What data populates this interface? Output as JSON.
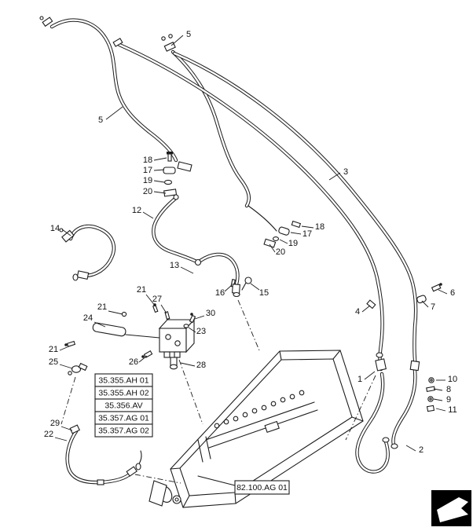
{
  "diagram": {
    "type": "exploded-parts-diagram",
    "callouts": [
      {
        "label": "5"
      },
      {
        "label": "5"
      },
      {
        "label": "18"
      },
      {
        "label": "17"
      },
      {
        "label": "19"
      },
      {
        "label": "20"
      },
      {
        "label": "12"
      },
      {
        "label": "3"
      },
      {
        "label": "14"
      },
      {
        "label": "13"
      },
      {
        "label": "16"
      },
      {
        "label": "15"
      },
      {
        "label": "18"
      },
      {
        "label": "17"
      },
      {
        "label": "19"
      },
      {
        "label": "20"
      },
      {
        "label": "21"
      },
      {
        "label": "27"
      },
      {
        "label": "21"
      },
      {
        "label": "24"
      },
      {
        "label": "30"
      },
      {
        "label": "23"
      },
      {
        "label": "21"
      },
      {
        "label": "26"
      },
      {
        "label": "28"
      },
      {
        "label": "25"
      },
      {
        "label": "29"
      },
      {
        "label": "22"
      },
      {
        "label": "4"
      },
      {
        "label": "6"
      },
      {
        "label": "7"
      },
      {
        "label": "1"
      },
      {
        "label": "10"
      },
      {
        "label": "8"
      },
      {
        "label": "9"
      },
      {
        "label": "11"
      },
      {
        "label": "2"
      }
    ],
    "reference_list": {
      "items": [
        {
          "label": "35.355.AH 01"
        },
        {
          "label": "35.355.AH 02"
        },
        {
          "label": "35.356.AV"
        },
        {
          "label": "35.357.AG 01"
        },
        {
          "label": "35.357.AG 02"
        }
      ]
    },
    "frame_reference": {
      "label": "82.100.AG 01"
    },
    "logo": {
      "icon": "brand-logo-mark",
      "background": "#000000",
      "mark": "#ffffff"
    },
    "colors": {
      "line": "#1c1c1c",
      "background": "#ffffff"
    }
  }
}
